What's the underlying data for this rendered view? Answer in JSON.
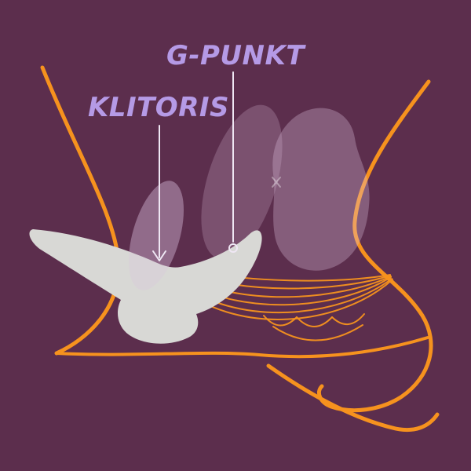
{
  "diagram": {
    "labels": {
      "g_punkt": "G-PUNKT",
      "klitoris": "KLITORIS"
    },
    "markers": {
      "g_punkt": "circle-target",
      "klitoris": "arrow-down"
    },
    "colors": {
      "background": "#5c2e4d",
      "outline_orange": "#f6921e",
      "label_purple": "#b59ae6",
      "pointer_line": "#efe7f4",
      "device_gray": "#d8d8d5",
      "anatomy_tint": "#dcc0de"
    }
  }
}
